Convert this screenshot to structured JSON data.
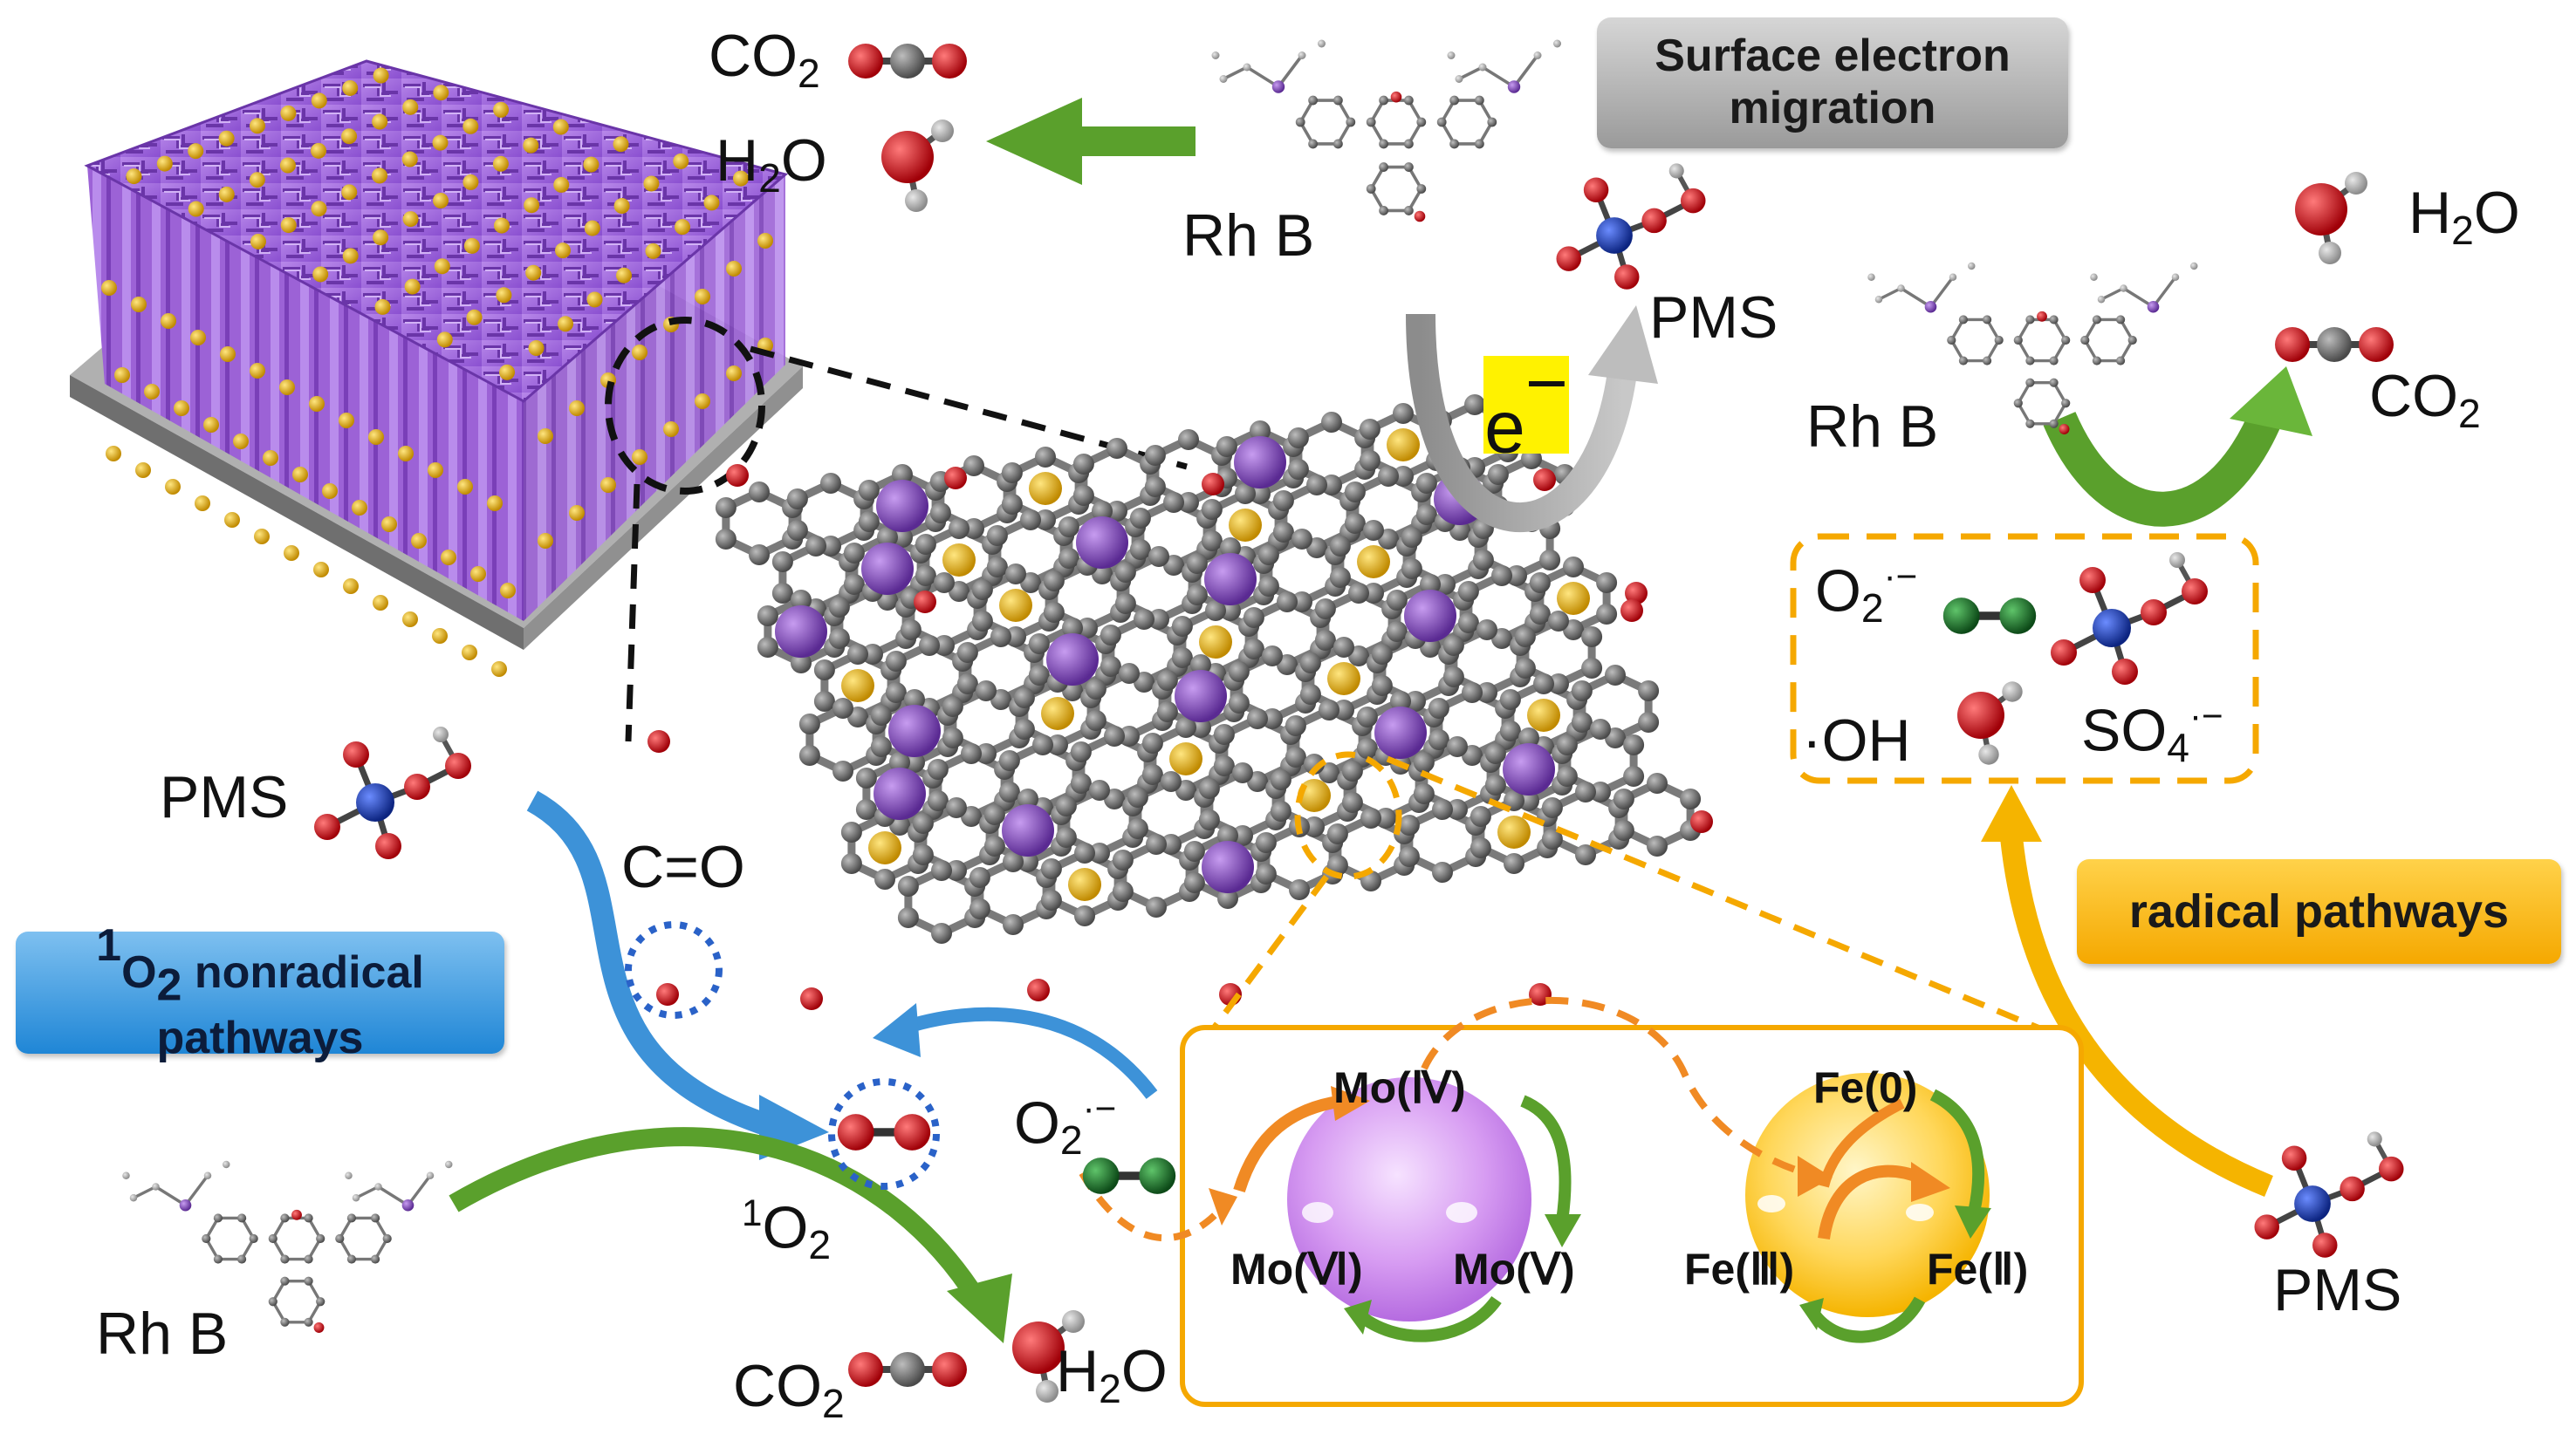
{
  "labels": {
    "surface_line1": "Surface electron",
    "surface_line2": "migration",
    "electron": "e",
    "electron_sup": "−",
    "nonradical_prefix": "1",
    "nonradical_rest": "O",
    "nonradical_sub": "2",
    "nonradical_tail": " nonradical",
    "nonradical_line2": "pathways",
    "radical": "radical pathways",
    "co": "C=O",
    "pms": "PMS",
    "rhb": "Rh B",
    "co2_main": "CO",
    "h2o_main": "H",
    "h2o_o": "O",
    "sub2": "2",
    "singlet_sup": "1",
    "singlet_main": "O",
    "superoxide_main": "O",
    "superoxide_dot": "·−",
    "hydroxyl": "·OH",
    "sulfate_main": "SO",
    "sulfate_sub": "4",
    "sulfate_sup": "·−"
  },
  "oxidation_states": {
    "mo_iv": "Mo(Ⅳ)",
    "mo_v": "Mo(Ⅴ)",
    "mo_vi": "Mo(Ⅵ)",
    "fe_0": "Fe(0)",
    "fe_ii": "Fe(Ⅱ)",
    "fe_iii": "Fe(Ⅲ)"
  },
  "colors": {
    "purple_material": "#9a5fd0",
    "gold_particle": "#f2b400",
    "carbon_gray": "#6e6e6e",
    "oxygen_red": "#d8101a",
    "sulfur_blue": "#1a3fb8",
    "green_arrow": "#5aa02c",
    "blue_arrow": "#3d92d8",
    "orange_box": "#f5a800",
    "orange_dash": "#f08a24"
  }
}
